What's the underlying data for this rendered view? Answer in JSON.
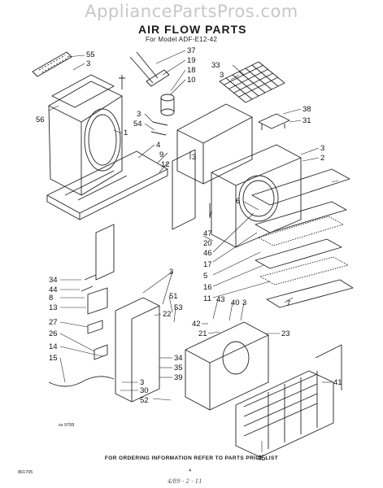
{
  "watermark": "AppliancePartsPros.com",
  "title": "AIR FLOW PARTS",
  "subtitle": "For Model ADF-E12-42",
  "footer": "FOR ORDERING INFORMATION REFER TO PARTS PRICE LIST",
  "code_left": "ss 9708",
  "code_bottom": "861705",
  "page_no": "4",
  "handwritten": "4/89 - 2 - 11",
  "callouts": [
    "55",
    "3",
    "56",
    "1",
    "37",
    "19",
    "18",
    "10",
    "3",
    "54",
    "4",
    "9",
    "12",
    "33",
    "3",
    "38",
    "31",
    "3",
    "2",
    "3",
    "6",
    "47",
    "20",
    "46",
    "17",
    "5",
    "16",
    "11",
    "7",
    "34",
    "44",
    "8",
    "13",
    "3",
    "51",
    "53",
    "43",
    "40",
    "3",
    "27",
    "26",
    "14",
    "15",
    "22",
    "42",
    "21",
    "23",
    "34",
    "35",
    "39",
    "30",
    "52",
    "3",
    "41",
    "45"
  ]
}
